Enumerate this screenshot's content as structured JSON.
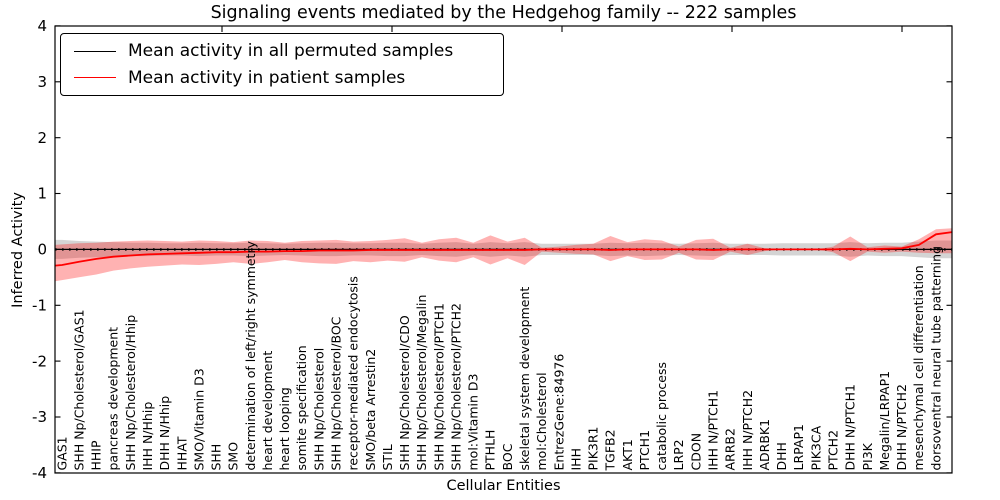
{
  "title": "Signaling events mediated by the Hedgehog family -- 222 samples",
  "chart_data": {
    "type": "line",
    "title": "Signaling events mediated by the Hedgehog family -- 222 samples",
    "xlabel": "Cellular Entities",
    "ylabel": "Inferred Activity",
    "ylim": [
      -4,
      4
    ],
    "yticks": [
      -4,
      -3,
      -2,
      -1,
      0,
      1,
      2,
      3,
      4
    ],
    "grid": false,
    "legend_position": "upper left",
    "x_tick_label_rotation": 90,
    "categories": [
      "GAS1",
      "SHH Np/Cholesterol/GAS1",
      "HHIP",
      "pancreas development",
      "SHH Np/Cholesterol/Hhip",
      "IHH N/Hhip",
      "DHH N/Hhip",
      "HHAT",
      "SMO/Vitamin D3",
      "SHH",
      "SMO",
      "determination of left/right symmetry",
      "heart development",
      "heart looping",
      "somite specification",
      "SHH Np/Cholesterol",
      "SHH Np/Cholesterol/BOC",
      "receptor-mediated endocytosis",
      "SMO/beta Arrestin2",
      "STIL",
      "SHH Np/Cholesterol/CDO",
      "SHH Np/Cholesterol/Megalin",
      "SHH Np/Cholesterol/PTCH1",
      "SHH Np/Cholesterol/PTCH2",
      "mol:Vitamin D3",
      "PTHLH",
      "BOC",
      "skeletal system development",
      "mol:Cholesterol",
      "EntrezGene:84976",
      "IHH",
      "PIK3R1",
      "TGFB2",
      "AKT1",
      "PTCH1",
      "catabolic process",
      "LRP2",
      "CDON",
      "IHH N/PTCH1",
      "ARRB2",
      "IHH N/PTCH2",
      "ADRBK1",
      "DHH",
      "LRPAP1",
      "PIK3CA",
      "PTCH2",
      "DHH N/PTCH1",
      "PI3K",
      "Megalin/LRPAP1",
      "DHH N/PTCH2",
      "mesenchymal cell differentiation",
      "dorsoventral neural tube patterning"
    ],
    "series": [
      {
        "name": "Mean activity in all permuted samples",
        "color": "#000000",
        "line_style": "solid-with-dots",
        "band_color": "#b0b0b0",
        "band_opacity": 0.55,
        "values": [
          0,
          0,
          0,
          0,
          0,
          0,
          0,
          0,
          0,
          0,
          0,
          0,
          0,
          0,
          0,
          0,
          0,
          0,
          0,
          0,
          0,
          0,
          0,
          0,
          0,
          0,
          0,
          0,
          0,
          0,
          0,
          0,
          0,
          0,
          0,
          0,
          0,
          0,
          0,
          0,
          0,
          0,
          0,
          0,
          0,
          0,
          0,
          0,
          0,
          0,
          0,
          0
        ],
        "band_upper": [
          0.17,
          0.15,
          0.14,
          0.13,
          0.12,
          0.12,
          0.11,
          0.11,
          0.12,
          0.11,
          0.11,
          0.12,
          0.11,
          0.1,
          0.11,
          0.12,
          0.12,
          0.11,
          0.11,
          0.12,
          0.12,
          0.1,
          0.12,
          0.13,
          0.1,
          0.13,
          0.11,
          0.13,
          0.1,
          0.1,
          0.1,
          0.1,
          0.12,
          0.11,
          0.12,
          0.11,
          0.1,
          0.11,
          0.12,
          0.1,
          0.1,
          0.1,
          0.11,
          0.11,
          0.11,
          0.11,
          0.13,
          0.11,
          0.12,
          0.12,
          0.14,
          0.16
        ],
        "band_lower": [
          -0.17,
          -0.15,
          -0.14,
          -0.13,
          -0.12,
          -0.12,
          -0.11,
          -0.11,
          -0.12,
          -0.11,
          -0.11,
          -0.12,
          -0.11,
          -0.1,
          -0.11,
          -0.12,
          -0.12,
          -0.11,
          -0.11,
          -0.12,
          -0.12,
          -0.1,
          -0.12,
          -0.13,
          -0.1,
          -0.13,
          -0.11,
          -0.13,
          -0.1,
          -0.1,
          -0.1,
          -0.1,
          -0.12,
          -0.11,
          -0.12,
          -0.11,
          -0.1,
          -0.11,
          -0.12,
          -0.1,
          -0.1,
          -0.1,
          -0.11,
          -0.11,
          -0.11,
          -0.11,
          -0.13,
          -0.11,
          -0.12,
          -0.12,
          -0.14,
          -0.16
        ],
        "left_edge": {
          "mean": 0,
          "upper": 0.17,
          "lower": -0.17
        },
        "right_edge": {
          "mean": 0,
          "upper": 0.16,
          "lower": -0.16
        }
      },
      {
        "name": "Mean activity in patient samples",
        "color": "#ff0000",
        "line_style": "solid",
        "band_color": "#ff0000",
        "band_opacity": 0.3,
        "values": [
          -0.28,
          -0.22,
          -0.17,
          -0.13,
          -0.11,
          -0.09,
          -0.08,
          -0.07,
          -0.06,
          -0.05,
          -0.05,
          -0.04,
          -0.04,
          -0.03,
          -0.03,
          -0.02,
          -0.02,
          -0.02,
          -0.01,
          -0.01,
          -0.01,
          -0.01,
          -0.01,
          -0.01,
          -0.01,
          -0.01,
          -0.01,
          -0.01,
          0,
          0,
          0,
          0,
          -0.01,
          0,
          0,
          0,
          0,
          0,
          -0.01,
          0,
          0,
          0,
          0,
          0,
          0,
          0,
          0.01,
          0,
          0.01,
          0.02,
          0.08,
          0.27
        ],
        "band_upper": [
          0.09,
          0.11,
          0.12,
          0.14,
          0.15,
          0.16,
          0.15,
          0.14,
          0.16,
          0.15,
          0.13,
          0.16,
          0.15,
          0.12,
          0.15,
          0.16,
          0.17,
          0.14,
          0.15,
          0.17,
          0.2,
          0.12,
          0.18,
          0.21,
          0.12,
          0.25,
          0.14,
          0.21,
          0.03,
          0.05,
          0.08,
          0.1,
          0.24,
          0.13,
          0.18,
          0.16,
          0.05,
          0.17,
          0.19,
          0.03,
          0.1,
          0.02,
          0,
          0,
          0,
          0.05,
          0.23,
          0.04,
          0.07,
          0.05,
          0.18,
          0.36
        ],
        "band_lower": [
          -0.55,
          -0.5,
          -0.45,
          -0.38,
          -0.34,
          -0.31,
          -0.29,
          -0.27,
          -0.28,
          -0.26,
          -0.23,
          -0.26,
          -0.23,
          -0.19,
          -0.23,
          -0.25,
          -0.26,
          -0.21,
          -0.23,
          -0.2,
          -0.22,
          -0.14,
          -0.2,
          -0.23,
          -0.14,
          -0.27,
          -0.16,
          -0.28,
          -0.04,
          -0.06,
          -0.08,
          -0.09,
          -0.21,
          -0.12,
          -0.19,
          -0.18,
          -0.06,
          -0.18,
          -0.19,
          -0.04,
          -0.1,
          -0.03,
          0,
          0,
          0,
          -0.05,
          -0.21,
          -0.04,
          -0.06,
          -0.04,
          -0.06,
          -0.07
        ],
        "left_edge": {
          "mean": -0.29,
          "upper": 0.08,
          "lower": -0.57
        },
        "right_edge": {
          "mean": 0.31,
          "upper": 0.38,
          "lower": -0.07
        }
      }
    ]
  },
  "legend": {
    "entries": [
      {
        "label": "Mean activity in all permuted samples",
        "color": "#000000"
      },
      {
        "label": "Mean activity in patient samples",
        "color": "#ff0000"
      }
    ]
  }
}
